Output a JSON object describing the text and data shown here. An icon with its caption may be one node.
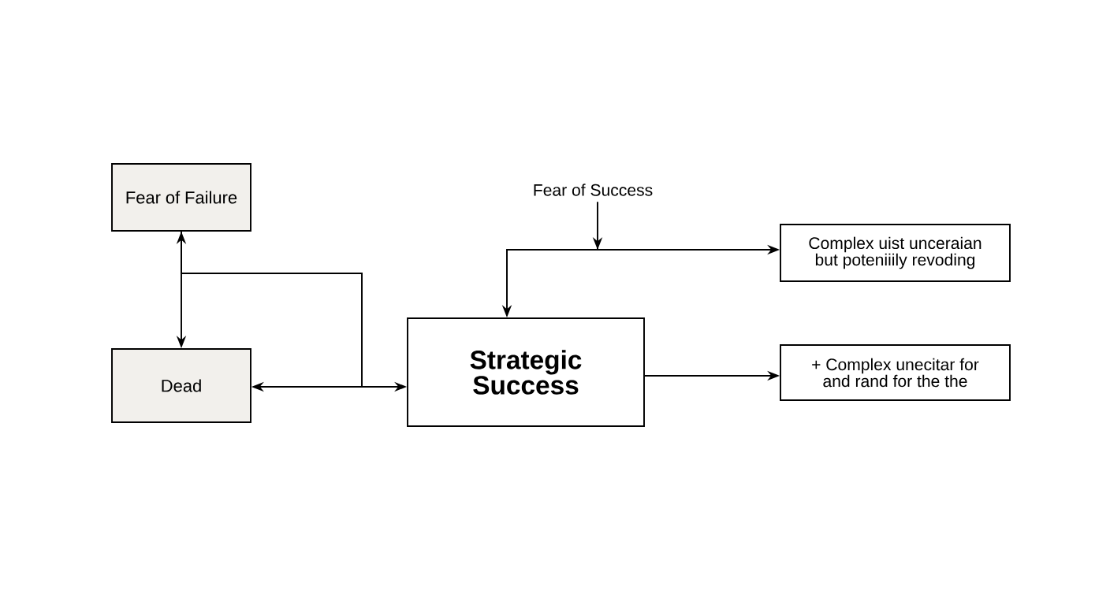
{
  "diagram": {
    "nodes": [
      {
        "text": [
          "Fear of Failure"
        ]
      },
      {
        "text": [
          "Dead"
        ]
      },
      {
        "text": [
          "Fear of Success"
        ]
      },
      {
        "text": [
          "Strategic Success"
        ]
      },
      {
        "text": [
          "Complex uist unceraian but poteniiily revoding"
        ]
      },
      {
        "text": [
          "+ Complex unecitar for and rand for the the"
        ]
      }
    ],
    "edges": [
      {
        "from": 0,
        "to": 1,
        "arrow": "both"
      },
      {
        "from": 1,
        "to": 3,
        "arrow": "both"
      },
      {
        "from": 0,
        "to": 3,
        "arrow": "to"
      },
      {
        "from": 2,
        "to": 3,
        "arrow": "to"
      },
      {
        "from": 2,
        "to": 4,
        "arrow": "to"
      },
      {
        "from": 3,
        "to": 5,
        "arrow": "to"
      }
    ]
  }
}
